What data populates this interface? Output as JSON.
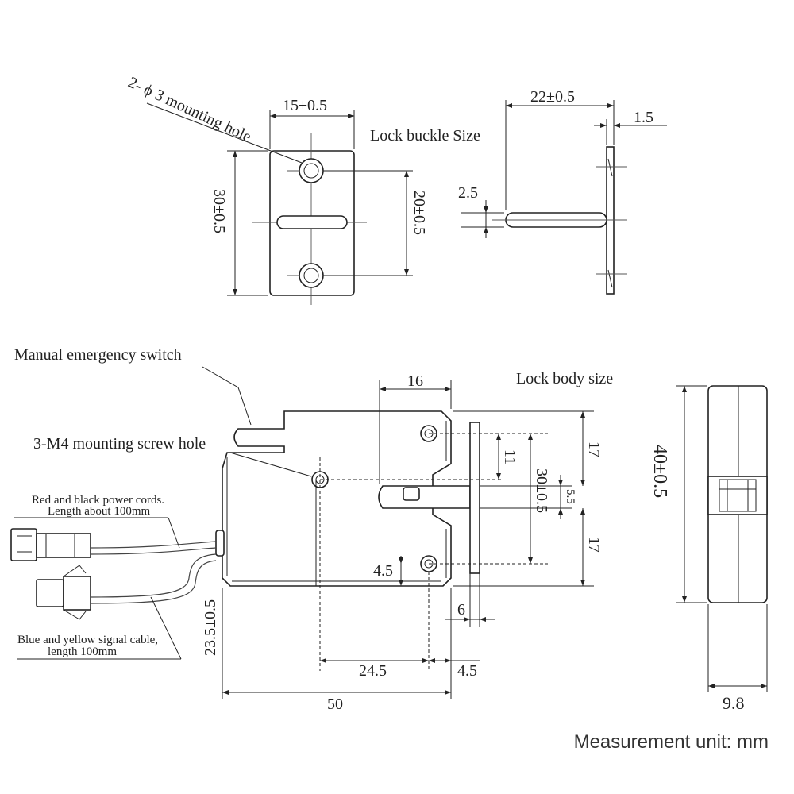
{
  "lock_buckle": {
    "title": "Lock buckle Size",
    "hole_note": "2- ϕ 3 mounting hole",
    "width": "15±0.5",
    "height": "30±0.5",
    "hole_spacing": "20±0.5",
    "depth": "22±0.5",
    "plate": "1.5",
    "tongue": "2.5"
  },
  "lock_body": {
    "title": "Lock body size",
    "switch_note": "Manual emergency switch",
    "screw_note": "3-M4 mounting screw hole",
    "power_note_1": "Red and black power cords.",
    "power_note_2": "Length about 100mm",
    "signal_note_1": "Blue and yellow signal cable,",
    "signal_note_2": "length 100mm",
    "dim_16": "16",
    "dim_17a": "17",
    "dim_11": "11",
    "dim_30": "30±0.5",
    "dim_5_5": "5.5",
    "dim_17b": "17",
    "dim_23_5": "23.5±0.5",
    "dim_4_5_v": "4.5",
    "dim_6": "6",
    "dim_24_5": "24.5",
    "dim_4_5_h": "4.5",
    "dim_50": "50",
    "dim_40": "40±0.5",
    "dim_9_8": "9.8"
  },
  "footer": {
    "unit_note": "Measurement unit: mm"
  }
}
